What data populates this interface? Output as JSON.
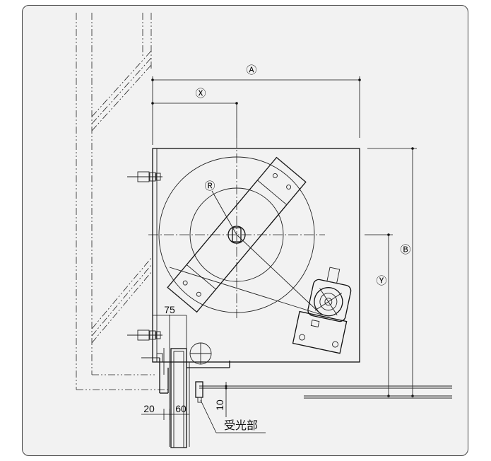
{
  "labels": {
    "a": "Ⓐ",
    "b": "Ⓑ",
    "x": "Ⓧ",
    "y": "Ⓨ",
    "r": "Ⓡ"
  },
  "dimensions": {
    "d75": "75",
    "d20": "20",
    "d60": "60",
    "d10": "10"
  },
  "callout": {
    "receiver": "受光部"
  }
}
